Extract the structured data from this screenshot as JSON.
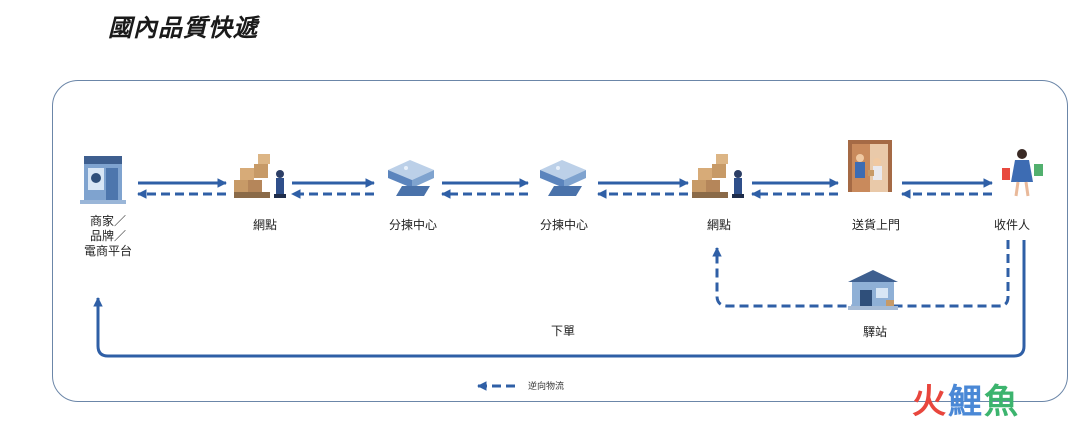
{
  "title": "國內品質快遞",
  "nodes": {
    "merchant": {
      "label_lines": [
        "商家／",
        "品牌／",
        "電商平台"
      ]
    },
    "outlet_1": {
      "label": "網點"
    },
    "sorting_1": {
      "label": "分揀中心"
    },
    "sorting_2": {
      "label": "分揀中心"
    },
    "outlet_2": {
      "label": "網點"
    },
    "delivery": {
      "label": "送貨上門"
    },
    "recipient": {
      "label": "收件人"
    },
    "station": {
      "label": "驛站"
    }
  },
  "order_label": "下單",
  "legend": {
    "reverse_logistics": "逆向物流"
  },
  "watermark": {
    "part1": "火",
    "part2": "鯉",
    "part3": "魚"
  },
  "colors": {
    "arrow": "#2f5fa6",
    "panel_border": "#6b86a8"
  }
}
